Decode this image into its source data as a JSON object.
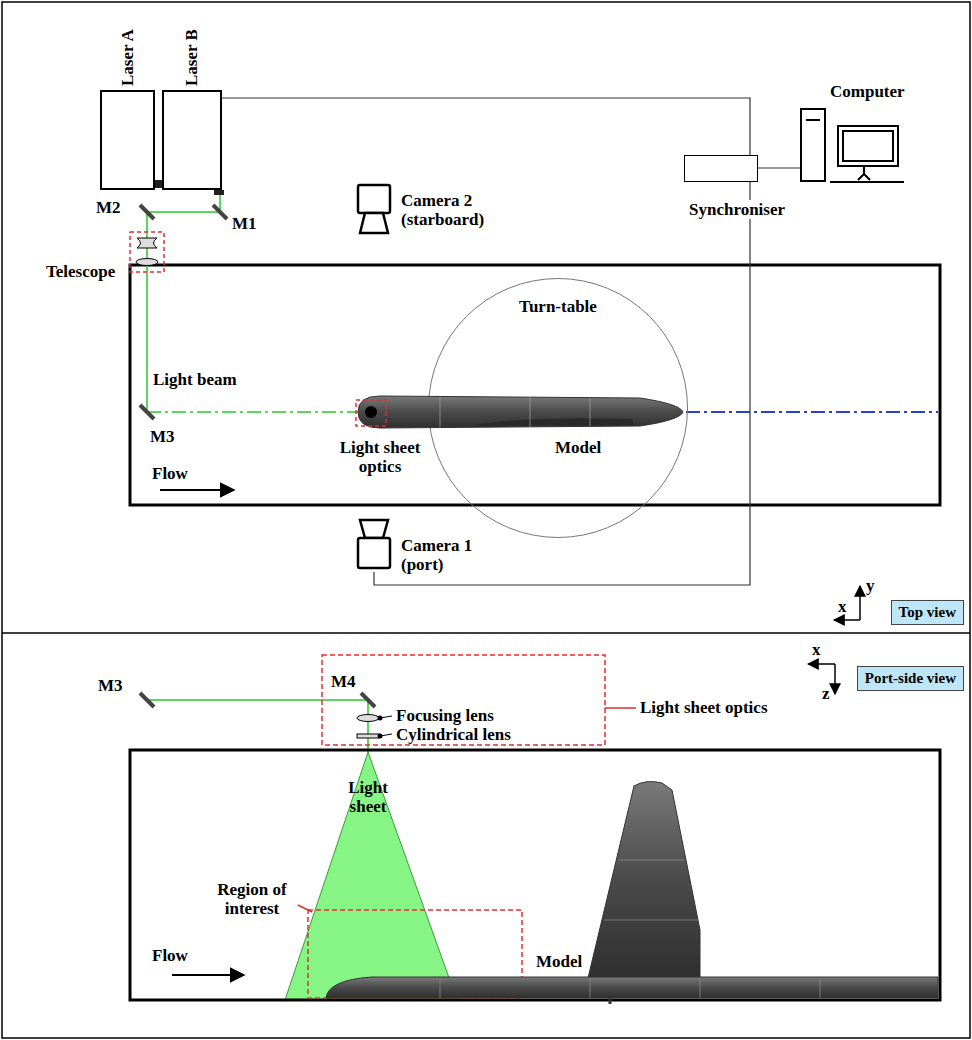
{
  "diagram": {
    "nodes": [
      {
        "text": [
          "Laser A"
        ]
      },
      {
        "text": [
          "Laser B"
        ]
      },
      {
        "text": [
          "Camera 2 (starboard)"
        ]
      },
      {
        "text": [
          "Computer"
        ]
      },
      {
        "text": [
          "Synchroniser"
        ]
      },
      {
        "text": [
          "Turn-table"
        ]
      },
      {
        "text": [
          "Camera 1 (port)"
        ]
      },
      {
        "text": [
          "Top view"
        ]
      },
      {
        "text": [
          "Port-side view"
        ]
      }
    ],
    "edges": [
      {
        "from": 1,
        "to": 4,
        "arrow": "none"
      },
      {
        "from": 4,
        "to": 3,
        "arrow": "none"
      },
      {
        "from": 4,
        "to": 6,
        "arrow": "none"
      }
    ],
    "labels": [
      "M2",
      "M1",
      "Telescope",
      "Light beam",
      "M3",
      "Light sheet optics",
      "Model",
      "Flow",
      "y",
      "x",
      "M3",
      "M4",
      "Focusing lens",
      "Cylindrical lens",
      "Light sheet optics",
      "x",
      "z",
      "Light sheet",
      "Region of interest",
      "Flow",
      "Model"
    ]
  }
}
